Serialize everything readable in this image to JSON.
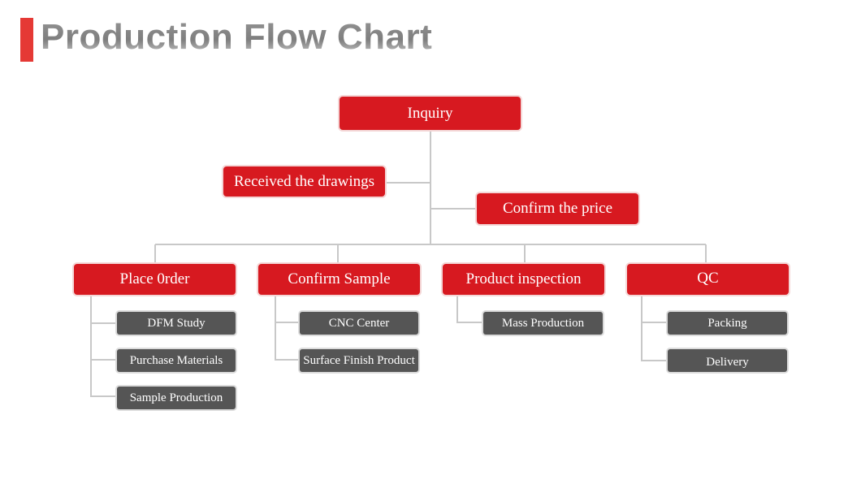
{
  "title": "Production Flow Chart",
  "top": {
    "inquiry": "Inquiry",
    "received": "Received the drawings",
    "confirm_price": "Confirm the price"
  },
  "columns": [
    {
      "label": "Place 0rder",
      "children": [
        "DFM Study",
        "Purchase Materials",
        "Sample Production"
      ]
    },
    {
      "label": "Confirm Sample",
      "children": [
        "CNC Center",
        "Surface Finish Product"
      ]
    },
    {
      "label": "Product inspection",
      "children": [
        "Mass Production"
      ]
    },
    {
      "label": "QC",
      "children": [
        "Packing",
        "Delivery"
      ]
    }
  ],
  "colors": {
    "accent": "#d71920",
    "title_bar": "#e53935",
    "child_box": "#555555",
    "connector": "#c8c8c8"
  }
}
